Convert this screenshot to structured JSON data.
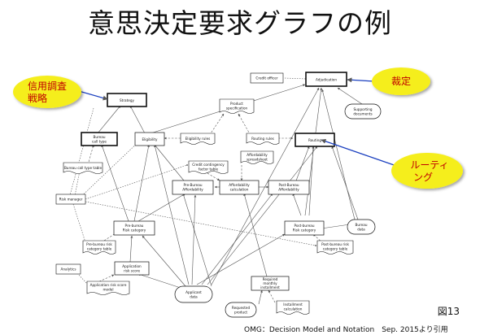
{
  "title": "意思決定要求グラフの例",
  "figure_label": "図13",
  "citation": "OMG：Decision Model and Notation　Sep. 2015より引用",
  "callouts": {
    "credit": [
      "信用調査",
      "戦略"
    ],
    "adjudication": [
      "裁定"
    ],
    "routing": [
      "ルーティ",
      "ング"
    ]
  },
  "decisions": {
    "strategy": "Strategy",
    "bureau_call_type": [
      "Bureau",
      "call type"
    ],
    "eligibility": "Eligibility",
    "adjudication": "Adjudication",
    "routing": "Routing",
    "pre_bureau_affordability": [
      "Pre-Bureau",
      "Affordability"
    ],
    "post_bureau_affordability": [
      "Post-Bureau",
      "Affordability"
    ],
    "affordability_calculation": [
      "Affordability",
      "calculation"
    ],
    "pre_bureau_risk_category": [
      "Pre-bureau",
      "Risk category"
    ],
    "post_bureau_risk_category": [
      "Post-bureau",
      "Risk category"
    ],
    "application_risk_score": [
      "Application",
      "risk score"
    ],
    "required_monthly_installment": [
      "Required",
      "monthly",
      "installment"
    ]
  },
  "inputs": {
    "applicant_data": [
      "Applicant",
      "data"
    ],
    "bureau_data": [
      "Bureau",
      "data"
    ],
    "requested_product": [
      "Requested",
      "product"
    ],
    "supporting_documents": [
      "Supporting",
      "documents"
    ]
  },
  "knowledge": {
    "product_specification": [
      "Product",
      "specification"
    ],
    "bureau_call_type_table": "Bureau call type table",
    "eligibility_rules": "Eligibility rules",
    "routing_rules": "Routing rules",
    "credit_contingency_factor_table": [
      "Credit contingency",
      "factor table"
    ],
    "affordability_spreadsheet": [
      "Affordability",
      "spreadsheet"
    ],
    "pre_bureau_risk_category_table": [
      "Pre-bureau risk",
      "category table"
    ],
    "post_bureau_risk_category_table": [
      "Post-bureau risk",
      "category table"
    ],
    "application_risk_score_model": [
      "Application risk score",
      "model"
    ],
    "installment_calculation": [
      "Installment",
      "calculation"
    ]
  },
  "sources": {
    "credit_officer": "Credit officer",
    "risk_manager": "Risk manager",
    "analytics": "Analytics"
  },
  "colors": {
    "callout_fill": "#f5ee1a",
    "callout_text": "#c00000",
    "line": "#555555"
  }
}
